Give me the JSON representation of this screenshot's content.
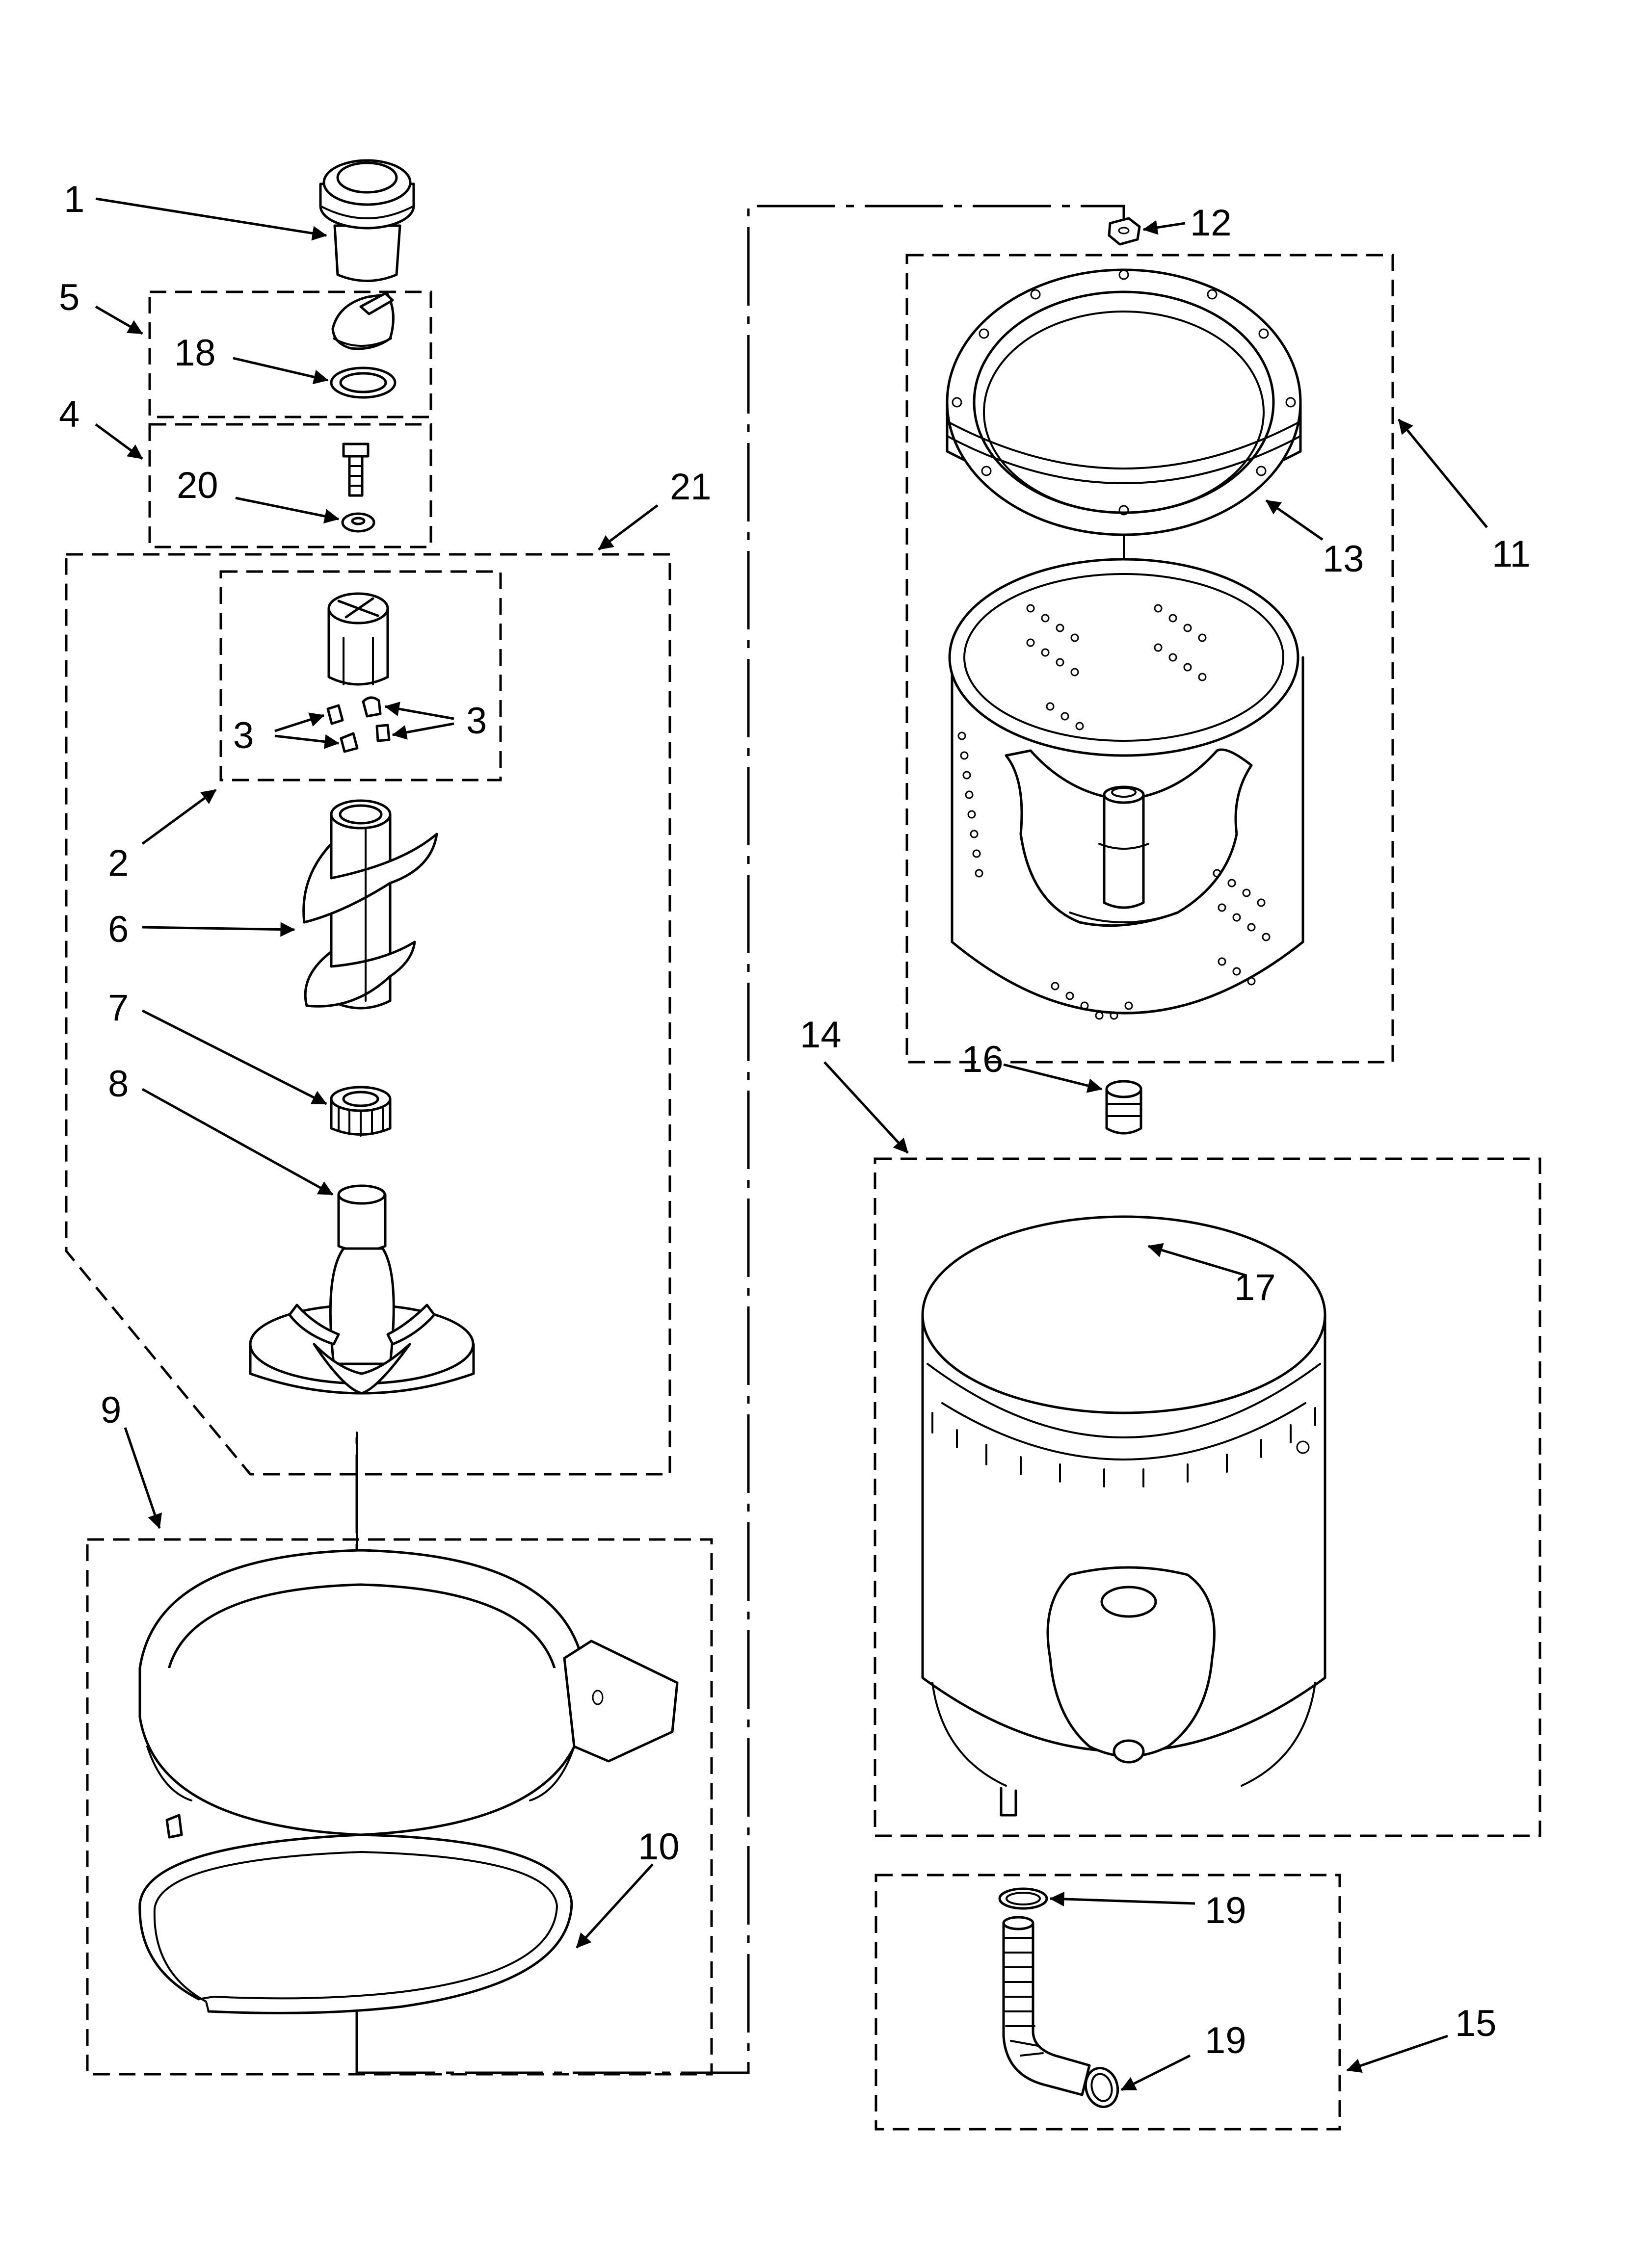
{
  "callouts": {
    "c1": "1",
    "c2": "2",
    "c3_left": "3",
    "c3_right": "3",
    "c4": "4",
    "c5": "5",
    "c6": "6",
    "c7": "7",
    "c8": "8",
    "c9": "9",
    "c10": "10",
    "c11": "11",
    "c12": "12",
    "c13": "13",
    "c14": "14",
    "c15": "15",
    "c16": "16",
    "c17": "17",
    "c18": "18",
    "c19_top": "19",
    "c19_bottom": "19",
    "c20": "20",
    "c21": "21"
  },
  "colors": {
    "line": "#000000",
    "background": "#ffffff"
  }
}
